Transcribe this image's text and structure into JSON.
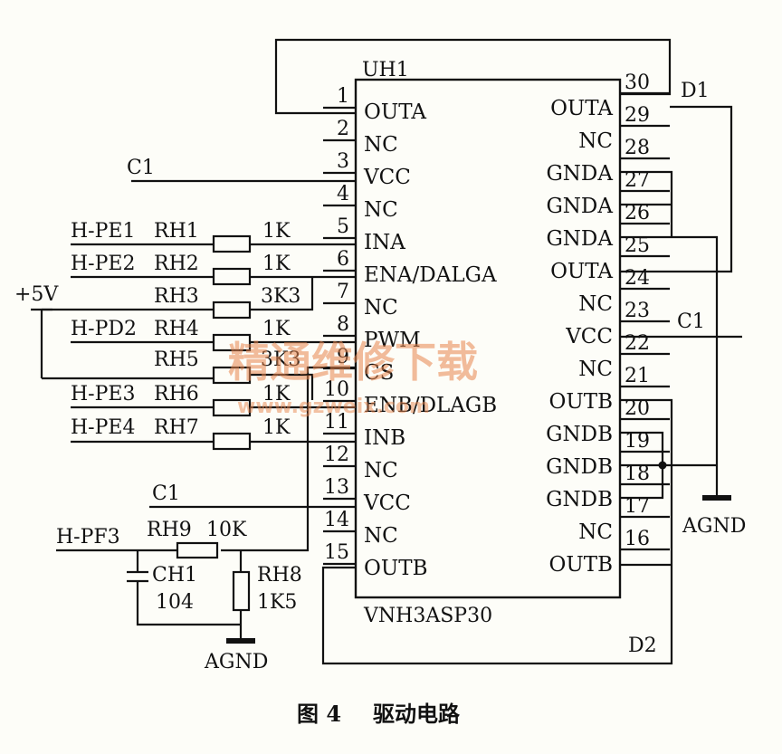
{
  "chip": {
    "ref": "UH1",
    "part": "VNH3ASP30",
    "left_pins": [
      {
        "num": "1",
        "name": "OUTA"
      },
      {
        "num": "2",
        "name": "NC"
      },
      {
        "num": "3",
        "name": "VCC"
      },
      {
        "num": "4",
        "name": "NC"
      },
      {
        "num": "5",
        "name": "INA"
      },
      {
        "num": "6",
        "name": "ENA/DALGA"
      },
      {
        "num": "7",
        "name": "NC"
      },
      {
        "num": "8",
        "name": "PWM"
      },
      {
        "num": "9",
        "name": "CS"
      },
      {
        "num": "10",
        "name": "ENB/DLAGB"
      },
      {
        "num": "11",
        "name": "INB"
      },
      {
        "num": "12",
        "name": "NC"
      },
      {
        "num": "13",
        "name": "VCC"
      },
      {
        "num": "14",
        "name": "NC"
      },
      {
        "num": "15",
        "name": "OUTB"
      }
    ],
    "right_pins": [
      {
        "num": "30",
        "name": "OUTA"
      },
      {
        "num": "29",
        "name": "NC"
      },
      {
        "num": "28",
        "name": "GNDA"
      },
      {
        "num": "27",
        "name": "GNDA"
      },
      {
        "num": "26",
        "name": "GNDA"
      },
      {
        "num": "25",
        "name": "OUTA"
      },
      {
        "num": "24",
        "name": "NC"
      },
      {
        "num": "23",
        "name": "VCC"
      },
      {
        "num": "22",
        "name": "NC"
      },
      {
        "num": "21",
        "name": "OUTB"
      },
      {
        "num": "20",
        "name": "GNDB"
      },
      {
        "num": "19",
        "name": "GNDB"
      },
      {
        "num": "18",
        "name": "GNDB"
      },
      {
        "num": "17",
        "name": "NC"
      },
      {
        "num": "16",
        "name": "OUTB"
      }
    ]
  },
  "nets": {
    "d1": "D1",
    "d2": "D2",
    "c1_left_top": "C1",
    "c1_left_bottom": "C1",
    "c1_right": "C1",
    "agnd_right": "AGND",
    "agnd_bottom": "AGND",
    "plus5v": "+5V",
    "hpe1": "H-PE1",
    "hpe2": "H-PE2",
    "hpd2": "H-PD2",
    "hpe3": "H-PE3",
    "hpe4": "H-PE4",
    "hpf3": "H-PF3"
  },
  "resistors": [
    {
      "ref": "RH1",
      "value": "1K"
    },
    {
      "ref": "RH2",
      "value": "1K"
    },
    {
      "ref": "RH3",
      "value": "3K3"
    },
    {
      "ref": "RH4",
      "value": "1K"
    },
    {
      "ref": "RH5",
      "value": "3K3"
    },
    {
      "ref": "RH6",
      "value": "1K"
    },
    {
      "ref": "RH7",
      "value": "1K"
    }
  ],
  "filter": {
    "rh9_ref": "RH9",
    "rh9_value": "10K",
    "rh8_ref": "RH8",
    "rh8_value": "1K5",
    "ch1_ref": "CH1",
    "ch1_value": "104"
  },
  "watermark": {
    "cn": "精通维修下载",
    "url": "www.gzweix.com"
  },
  "caption": {
    "fig": "图 4",
    "title": "驱动电路"
  }
}
